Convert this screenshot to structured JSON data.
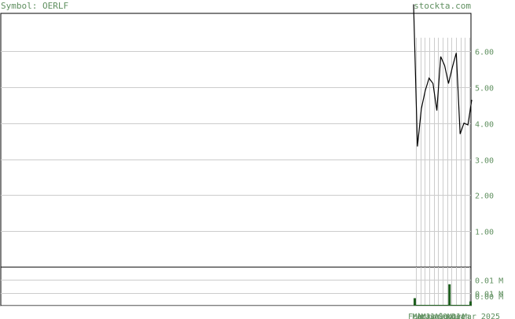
{
  "header": {
    "symbol_text": "Symbol: OERLF",
    "brand": "stockta.com"
  },
  "colors": {
    "grid": "#cccccc",
    "frame": "#000000",
    "price_line": "#000000",
    "volume_bar": "#1f5f1f",
    "label": "#5f8f5f"
  },
  "chart_data": [
    {
      "type": "line",
      "title": "",
      "xlabel": "",
      "ylabel": "",
      "grid": true,
      "ylim": [
        0,
        7.05
      ],
      "y_ticks": [
        {
          "value": 1.0,
          "label": "1.00"
        },
        {
          "value": 2.0,
          "label": "2.00"
        },
        {
          "value": 3.0,
          "label": "3.00"
        },
        {
          "value": 4.0,
          "label": "4.00"
        },
        {
          "value": 5.0,
          "label": "5.00"
        },
        {
          "value": 6.0,
          "label": "6.00"
        }
      ],
      "series": [
        {
          "values": [
            7.3,
            3.35,
            4.4,
            4.9,
            5.25,
            5.1,
            4.35,
            5.85,
            5.6,
            5.1,
            5.55,
            5.95,
            3.7,
            4.0,
            3.95,
            4.65
          ]
        }
      ]
    },
    {
      "type": "bar",
      "title": "",
      "xlabel": "",
      "ylabel": "",
      "grid": true,
      "y_ticks": [
        {
          "value": 0.012,
          "label": "0.01 M"
        },
        {
          "value": 0.006,
          "label": "0.01 M"
        },
        {
          "value": 0.0,
          "label": "0.00 M"
        }
      ],
      "ylim": [
        0,
        0.018
      ],
      "values": [
        0.0035,
        0.0001,
        0.0001,
        0.0001,
        0.0001,
        0.0001,
        0.0001,
        0.0001,
        0.0001,
        0.0001,
        0.0001,
        0.0001,
        0.0001,
        0.0001,
        0.0001,
        0.0001,
        0.0001,
        0.0001,
        0.0001,
        0.0001,
        0.0001,
        0.0001,
        0.0001,
        0.0001,
        0.0001,
        0.0001,
        0.0001,
        0.0001,
        0.0001,
        0.0001,
        0.0001,
        0.0001,
        0.0001,
        0.0001,
        0.0001,
        0.0001,
        0.0001,
        0.0001,
        0.0001,
        0.0001,
        0.0001,
        0.0001,
        0.0001,
        0.01,
        0.0001,
        0.0001,
        0.0001,
        0.0001,
        0.0001,
        0.0001,
        0.0001,
        0.0001,
        0.0001,
        0.0001,
        0.0001,
        0.0001,
        0.0001,
        0.0001,
        0.0001,
        0.0001,
        0.0001,
        0.0001,
        0.0001,
        0.0001,
        0.0001,
        0.0001,
        0.0001,
        0.0001,
        0.0001,
        0.002
      ]
    }
  ],
  "x_axis": {
    "labels": [
      "Feb",
      "Mar",
      "Apr",
      "May",
      "Jun",
      "Jul",
      "Aug",
      "Sep",
      "Oct",
      "Nov",
      "Dec",
      "Jan",
      "Mar 2025"
    ]
  }
}
